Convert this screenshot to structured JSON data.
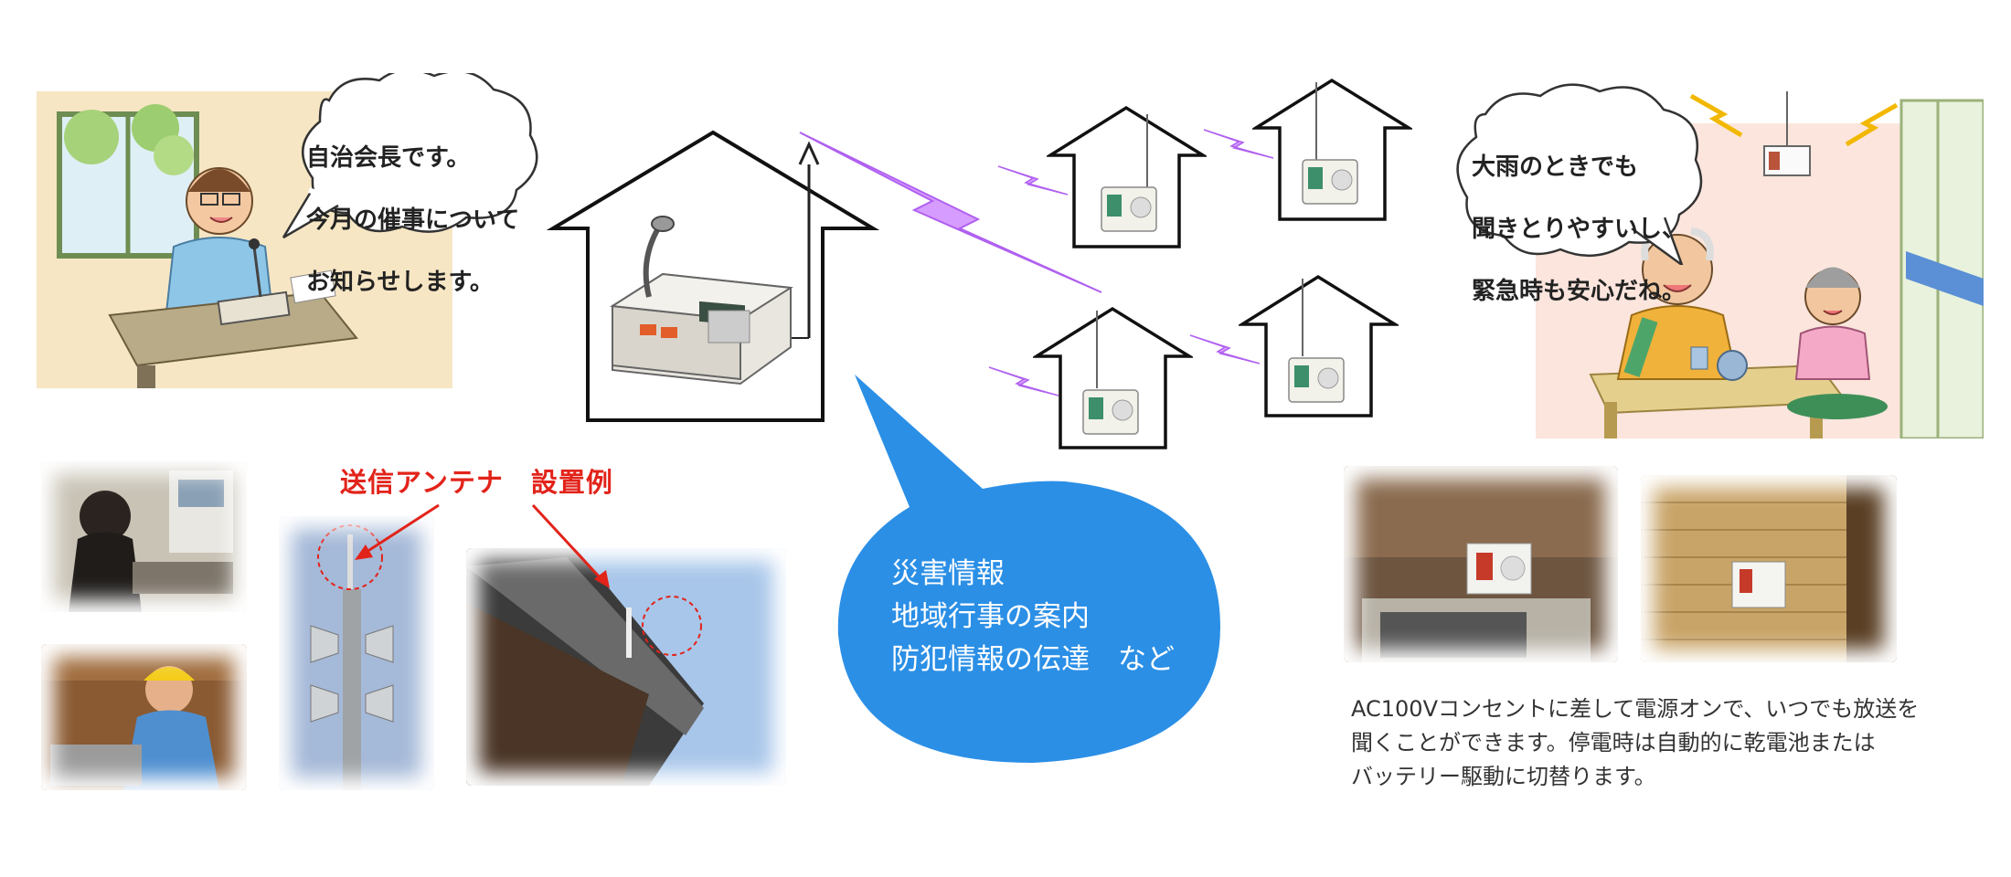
{
  "chairman_speech": {
    "line1": "自治会長です。",
    "line2": "今月の催事について",
    "line3": "お知らせします。"
  },
  "elder_speech": {
    "line1": "大雨のときでも",
    "line2": "聞きとりやすいし、",
    "line3": "緊急時も安心だね。"
  },
  "antenna_caption": "送信アンテナ　設置例",
  "broadcast_topics": {
    "item1": "災害情報",
    "item2": "地域行事の案内",
    "item3": "防犯情報の伝達　など"
  },
  "receiver_note": {
    "line1": "AC100Vコンセントに差して電源オンで、いつでも放送を",
    "line2": "聞くことができます。停電時は自動的に乾電池または",
    "line3": "バッテリー駆動に切替ります。"
  },
  "colors": {
    "accent_red": "#e2231a",
    "bubble_blue": "#2b8fe6",
    "signal_purple": "#cc77ff"
  }
}
